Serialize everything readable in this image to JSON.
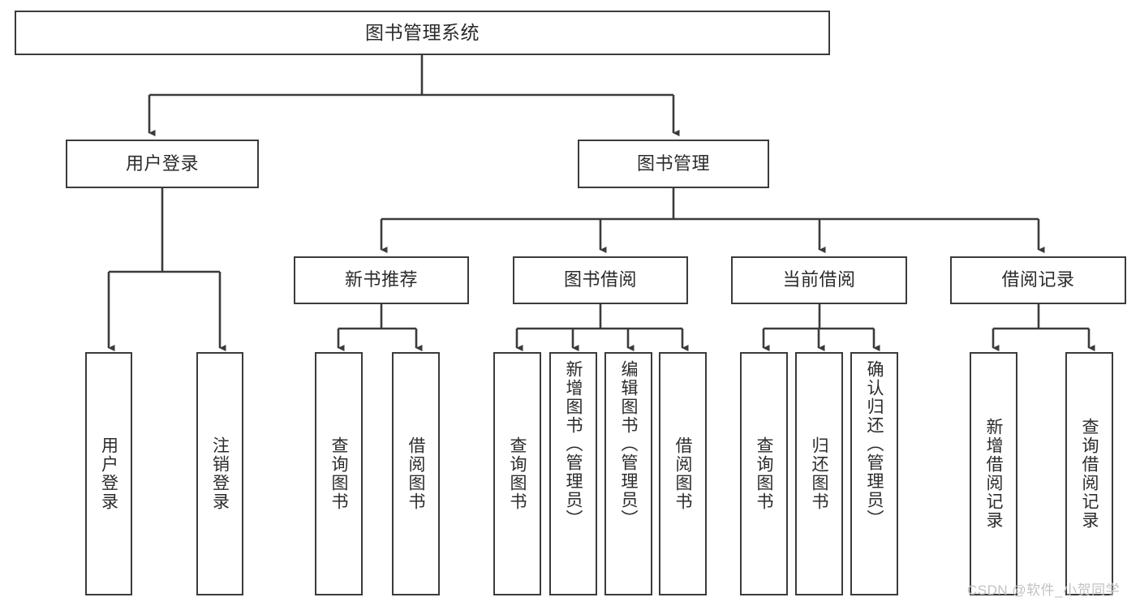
{
  "diagram": {
    "type": "tree-hierarchy-chart",
    "title": "图书管理系统",
    "line_color": "#3b3b3b",
    "box_fill": "#ffffff",
    "text_color": "#2b2b2b",
    "levels": [
      {
        "level": 1,
        "nodes": [
          {
            "id": "root",
            "label": "图书管理系统"
          }
        ]
      },
      {
        "level": 2,
        "nodes": [
          {
            "id": "login",
            "label": "用户登录"
          },
          {
            "id": "bookmgmt",
            "label": "图书管理"
          }
        ]
      },
      {
        "level": 3,
        "nodes": [
          {
            "id": "newbook",
            "label": "新书推荐"
          },
          {
            "id": "borrow",
            "label": "图书借阅"
          },
          {
            "id": "current",
            "label": "当前借阅"
          },
          {
            "id": "records",
            "label": "借阅记录"
          }
        ]
      },
      {
        "level": 4,
        "nodes": [
          {
            "id": "leaf1",
            "label": "用户登录",
            "parent": "login"
          },
          {
            "id": "leaf2",
            "label": "注销登录",
            "parent": "login"
          },
          {
            "id": "leaf3",
            "label": "查询图书",
            "parent": "newbook"
          },
          {
            "id": "leaf4",
            "label": "借阅图书",
            "parent": "newbook"
          },
          {
            "id": "leaf5",
            "label": "查询图书",
            "parent": "borrow"
          },
          {
            "id": "leaf6",
            "label": "新增图书（管理员）",
            "parent": "borrow"
          },
          {
            "id": "leaf7",
            "label": "编辑图书（管理员）",
            "parent": "borrow"
          },
          {
            "id": "leaf8",
            "label": "借阅图书",
            "parent": "borrow"
          },
          {
            "id": "leaf9",
            "label": "查询图书",
            "parent": "current"
          },
          {
            "id": "leaf10",
            "label": "归还图书",
            "parent": "current"
          },
          {
            "id": "leaf11",
            "label": "确认归还（管理员）",
            "parent": "current"
          },
          {
            "id": "leaf12",
            "label": "新增借阅记录",
            "parent": "records"
          },
          {
            "id": "leaf13",
            "label": "查询借阅记录",
            "parent": "records"
          }
        ]
      }
    ]
  },
  "watermark": {
    "text": "CSDN @软件_小贺同学"
  }
}
